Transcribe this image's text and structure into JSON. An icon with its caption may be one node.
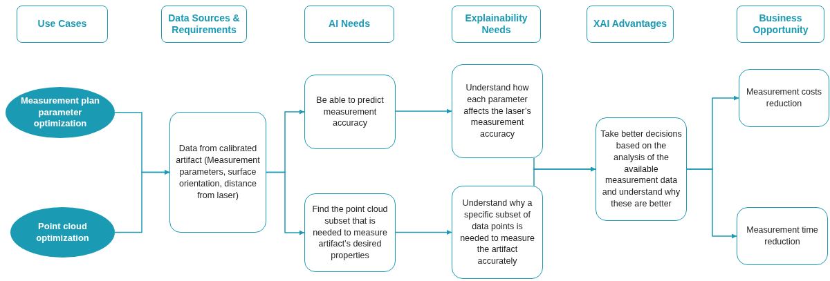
{
  "diagram": {
    "nodes": [
      {
        "text": [
          "Use Cases"
        ]
      },
      {
        "text": [
          "Data Sources & Requirements"
        ]
      },
      {
        "text": [
          "AI Needs"
        ]
      },
      {
        "text": [
          "Explainability Needs"
        ]
      },
      {
        "text": [
          "XAI Advantages"
        ]
      },
      {
        "text": [
          "Business Opportunity"
        ]
      },
      {
        "text": [
          "Measurement plan parameter optimization"
        ]
      },
      {
        "text": [
          "Point cloud optimization"
        ]
      },
      {
        "text": [
          "Data from calibrated artifact (Measurement parameters, surface orientation, distance from laser)"
        ]
      },
      {
        "text": [
          "Be able to predict measurement accuracy"
        ]
      },
      {
        "text": [
          "Find the point cloud subset that is needed to measure artifact’s desired properties"
        ]
      },
      {
        "text": [
          "Understand how each parameter affects the laser’s measurement accuracy"
        ]
      },
      {
        "text": [
          "Understand why a specific subset of data points is needed to measure the artifact accurately"
        ]
      },
      {
        "text": [
          "Take better decisions based on the analysis of the available measurement data and understand why these are better"
        ]
      },
      {
        "text": [
          "Measurement costs reduction"
        ]
      },
      {
        "text": [
          "Measurement time reduction"
        ]
      }
    ],
    "edges": [
      {
        "from": 6,
        "to": 8,
        "arrow": "to"
      },
      {
        "from": 7,
        "to": 8,
        "arrow": "to"
      },
      {
        "from": 8,
        "to": 9,
        "arrow": "to"
      },
      {
        "from": 8,
        "to": 10,
        "arrow": "to"
      },
      {
        "from": 9,
        "to": 11,
        "arrow": "to"
      },
      {
        "from": 10,
        "to": 12,
        "arrow": "to"
      },
      {
        "from": 11,
        "to": 13,
        "arrow": "to"
      },
      {
        "from": 12,
        "to": 13,
        "arrow": "to"
      },
      {
        "from": 13,
        "to": 14,
        "arrow": "to"
      },
      {
        "from": 13,
        "to": 15,
        "arrow": "to"
      }
    ]
  }
}
